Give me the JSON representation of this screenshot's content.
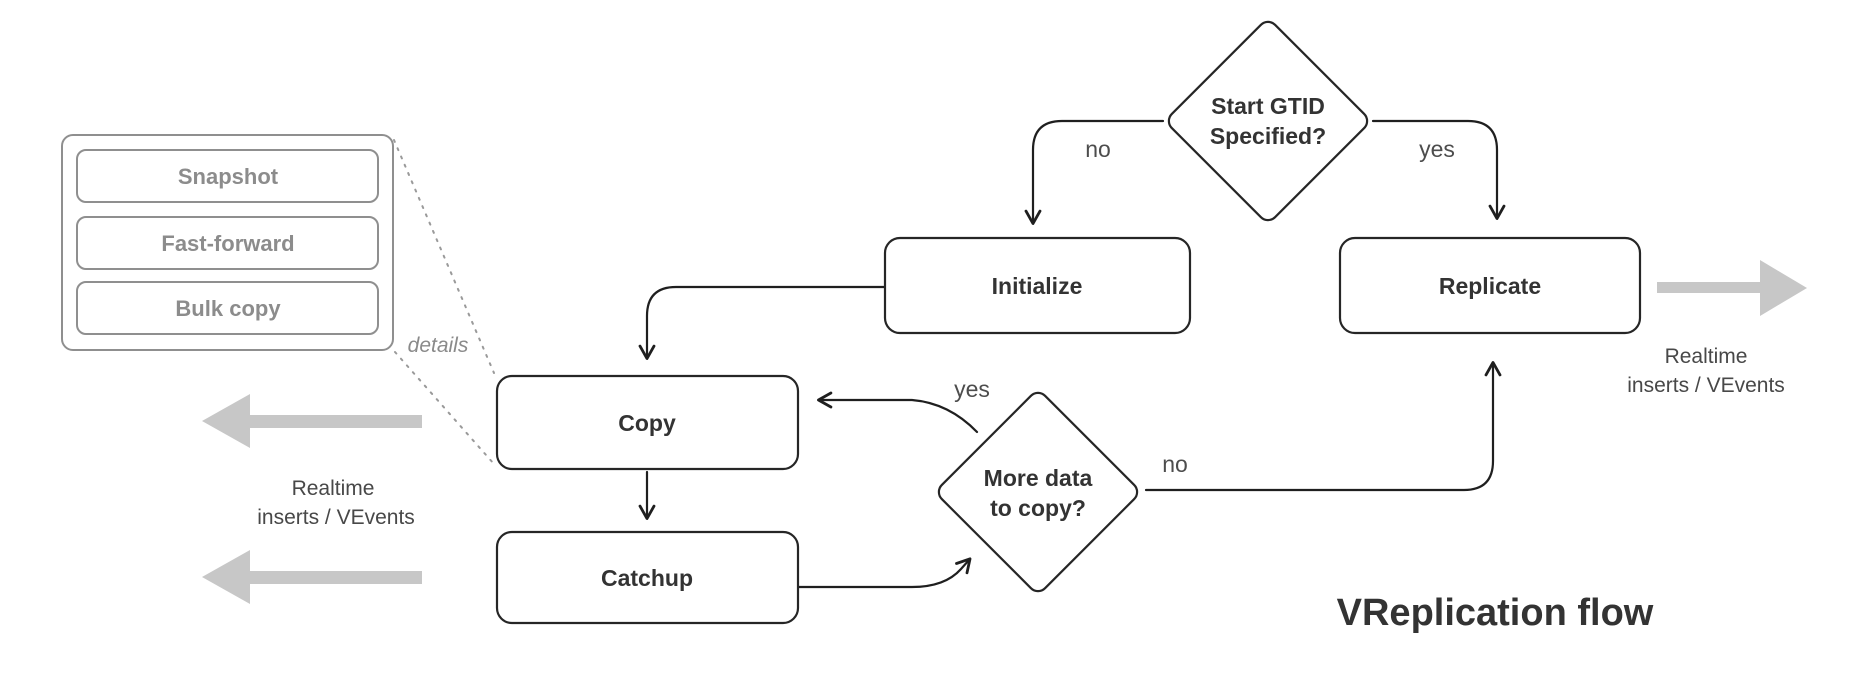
{
  "title": "VReplication flow",
  "colors": {
    "background": "#ffffff",
    "flow_line": "#1f1f1f",
    "node_border": "#262626",
    "node_text": "#333333",
    "panel_border": "#8f8f8f",
    "panel_text": "#8c8c8c",
    "edge_label_text": "#4d4d4d",
    "stream_text": "#484848",
    "bulk_arrow": "#c7c7c7",
    "dotted_line": "#9a9a9a"
  },
  "nodes": {
    "start_gtid": {
      "line1": "Start GTID",
      "line2": "Specified?"
    },
    "initialize": {
      "label": "Initialize"
    },
    "replicate": {
      "label": "Replicate"
    },
    "copy": {
      "label": "Copy"
    },
    "catchup": {
      "label": "Catchup"
    },
    "more_data": {
      "line1": "More data",
      "line2": "to copy?"
    }
  },
  "edge_labels": {
    "no_top": "no",
    "yes_top": "yes",
    "yes_loop": "yes",
    "no_loop": "no"
  },
  "details_panel": {
    "items": [
      "Snapshot",
      "Fast-forward",
      "Bulk copy"
    ],
    "caption": "details"
  },
  "annotations": {
    "left_stream": {
      "line1": "Realtime",
      "line2": "inserts / VEvents"
    },
    "right_stream": {
      "line1": "Realtime",
      "line2": "inserts / VEvents"
    }
  }
}
